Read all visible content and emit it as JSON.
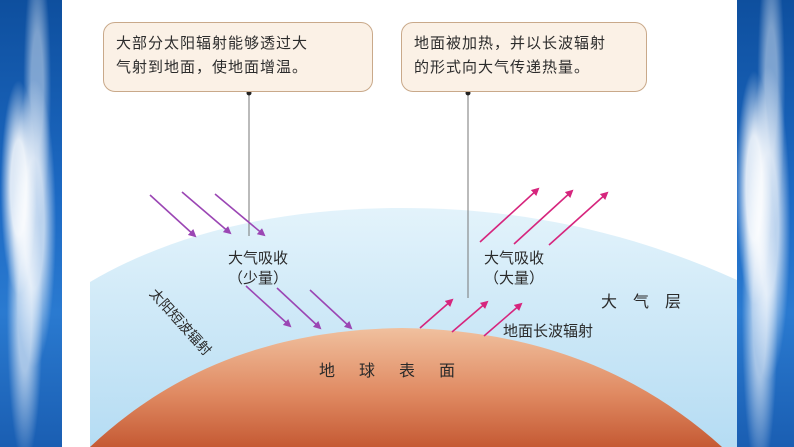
{
  "callouts": {
    "left": {
      "line1": "大部分太阳辐射能够透过大",
      "line2": "气射到地面，使地面增温。"
    },
    "right": {
      "line1": "地面被加热，并以长波辐射",
      "line2": "的形式向大气传递热量。"
    }
  },
  "labels": {
    "absorb_small_line1": "大气吸收",
    "absorb_small_line2": "（少量）",
    "absorb_large_line1": "大气吸收",
    "absorb_large_line2": "（大量）",
    "atmosphere": "大气层",
    "earth_surface": "地球表面",
    "ground_longwave": "地面长波辐射",
    "solar_shortwave": "太阳短波辐射"
  },
  "colors": {
    "atmosphere": "#bfe1f5",
    "earth_top": "#f2c4a2",
    "earth_bottom": "#c8643a",
    "solar_arrow": "#9b46b4",
    "ground_arrow": "#d6257d",
    "callout_bg": "#fbf1e6"
  }
}
